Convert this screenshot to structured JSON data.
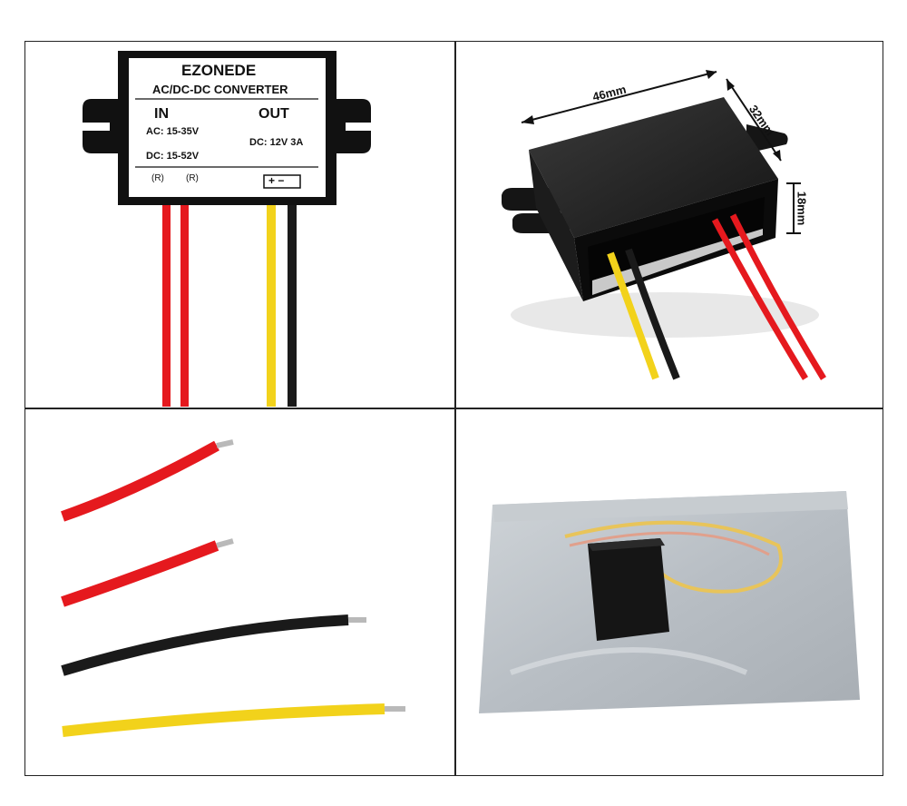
{
  "colors": {
    "wire_red": "#e5191e",
    "wire_yellow": "#f2d21b",
    "wire_black": "#1a1a1a",
    "housing": "#111111",
    "label_bg": "#ffffff"
  },
  "panel1": {
    "brand": "EZONEDE",
    "product": "AC/DC-DC CONVERTER",
    "in_label": "IN",
    "out_label": "OUT",
    "ac_input": "AC: 15-35V",
    "dc_input": "DC: 15-52V",
    "dc_output": "DC: 12V 3A",
    "wire_mark_left": "(R)",
    "wire_mark_right": "(R)",
    "polarity": "+ −"
  },
  "panel2": {
    "length": "46mm",
    "width": "32mm",
    "height": "18mm"
  },
  "panel3": {},
  "panel4": {}
}
